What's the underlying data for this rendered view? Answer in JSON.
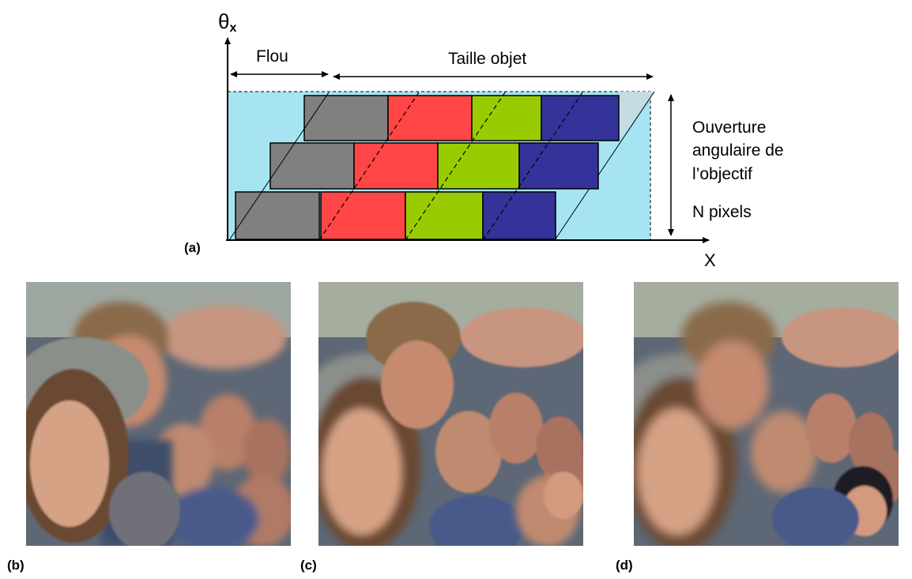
{
  "diagram": {
    "axis_y_label": "θ",
    "axis_y_subscript": "x",
    "axis_x_label": "X",
    "flou_label": "Flou",
    "taille_label": "Taille objet",
    "ouverture_lines": [
      "Ouverture",
      "angulaire de",
      "l’objectif"
    ],
    "pixels_label": "N pixels",
    "block_colors": [
      "#808080",
      "#ff4545",
      "#99cc00",
      "#333399"
    ],
    "background_color": "#a7e4f2"
  },
  "panels": {
    "a": "(a)",
    "b": "(b)",
    "c": "(c)",
    "d": "(d)"
  },
  "photos": [
    {
      "label": "(b)",
      "focus": "front"
    },
    {
      "label": "(c)",
      "focus": "middle"
    },
    {
      "label": "(d)",
      "focus": "back"
    }
  ]
}
